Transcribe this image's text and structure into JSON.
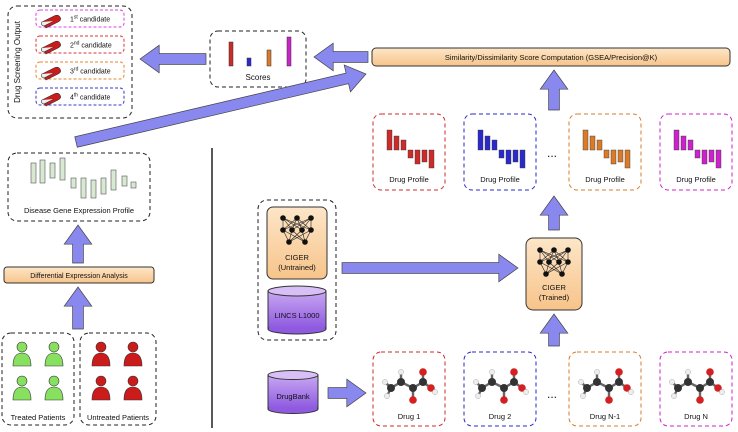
{
  "screening": {
    "title": "Drug Screening Output",
    "candidates": [
      {
        "rank": "1",
        "sup": "st",
        "suffix": " candidate",
        "color": "#e040e0"
      },
      {
        "rank": "2",
        "sup": "nd",
        "suffix": " candidate",
        "color": "#d93636"
      },
      {
        "rank": "3",
        "sup": "rd",
        "suffix": " candidate",
        "color": "#e08a2e"
      },
      {
        "rank": "4",
        "sup": "th",
        "suffix": " candidate",
        "color": "#3a3acf"
      }
    ]
  },
  "scores_label": "Scores",
  "similarity_label": "Similarity/Dissimilarity Score Computation (GSEA/Precision@K)",
  "disease_profile_label": "Disease Gene Expression Profile",
  "dea_label": "Differential Expression Analysis",
  "treated_label": "Treated Patients",
  "untreated_label": "Untreated Patients",
  "ciger_untrained": [
    "CIGER",
    "(Untrained)"
  ],
  "ciger_trained": [
    "CIGER",
    "(Trained)"
  ],
  "lincs_label": "LINCS L1000",
  "drugbank_label": "DrugBank",
  "ellipsis": "...",
  "drug_profiles": [
    {
      "label": "Drug Profile",
      "color": "#cc2b2b"
    },
    {
      "label": "Drug Profile",
      "color": "#2a2acc"
    },
    {
      "label": "Drug Profile",
      "color": "#d97b28"
    },
    {
      "label": "Drug Profile",
      "color": "#cc22cc"
    }
  ],
  "drugs": [
    {
      "label": "Drug 1",
      "color": "#cc2b2b"
    },
    {
      "label": "Drug 2",
      "color": "#2a2acc"
    },
    {
      "label": "Drug N-1",
      "color": "#d97b28"
    },
    {
      "label": "Drug N",
      "color": "#cc22cc"
    }
  ],
  "colors": {
    "arrow": "#8888ee",
    "orange_box": "#fbdcb4",
    "purple_cyl": "#a070e0",
    "green_person": "#88e060",
    "red_person": "#cc1b1b",
    "pale_bar": "#d8e8d2"
  }
}
